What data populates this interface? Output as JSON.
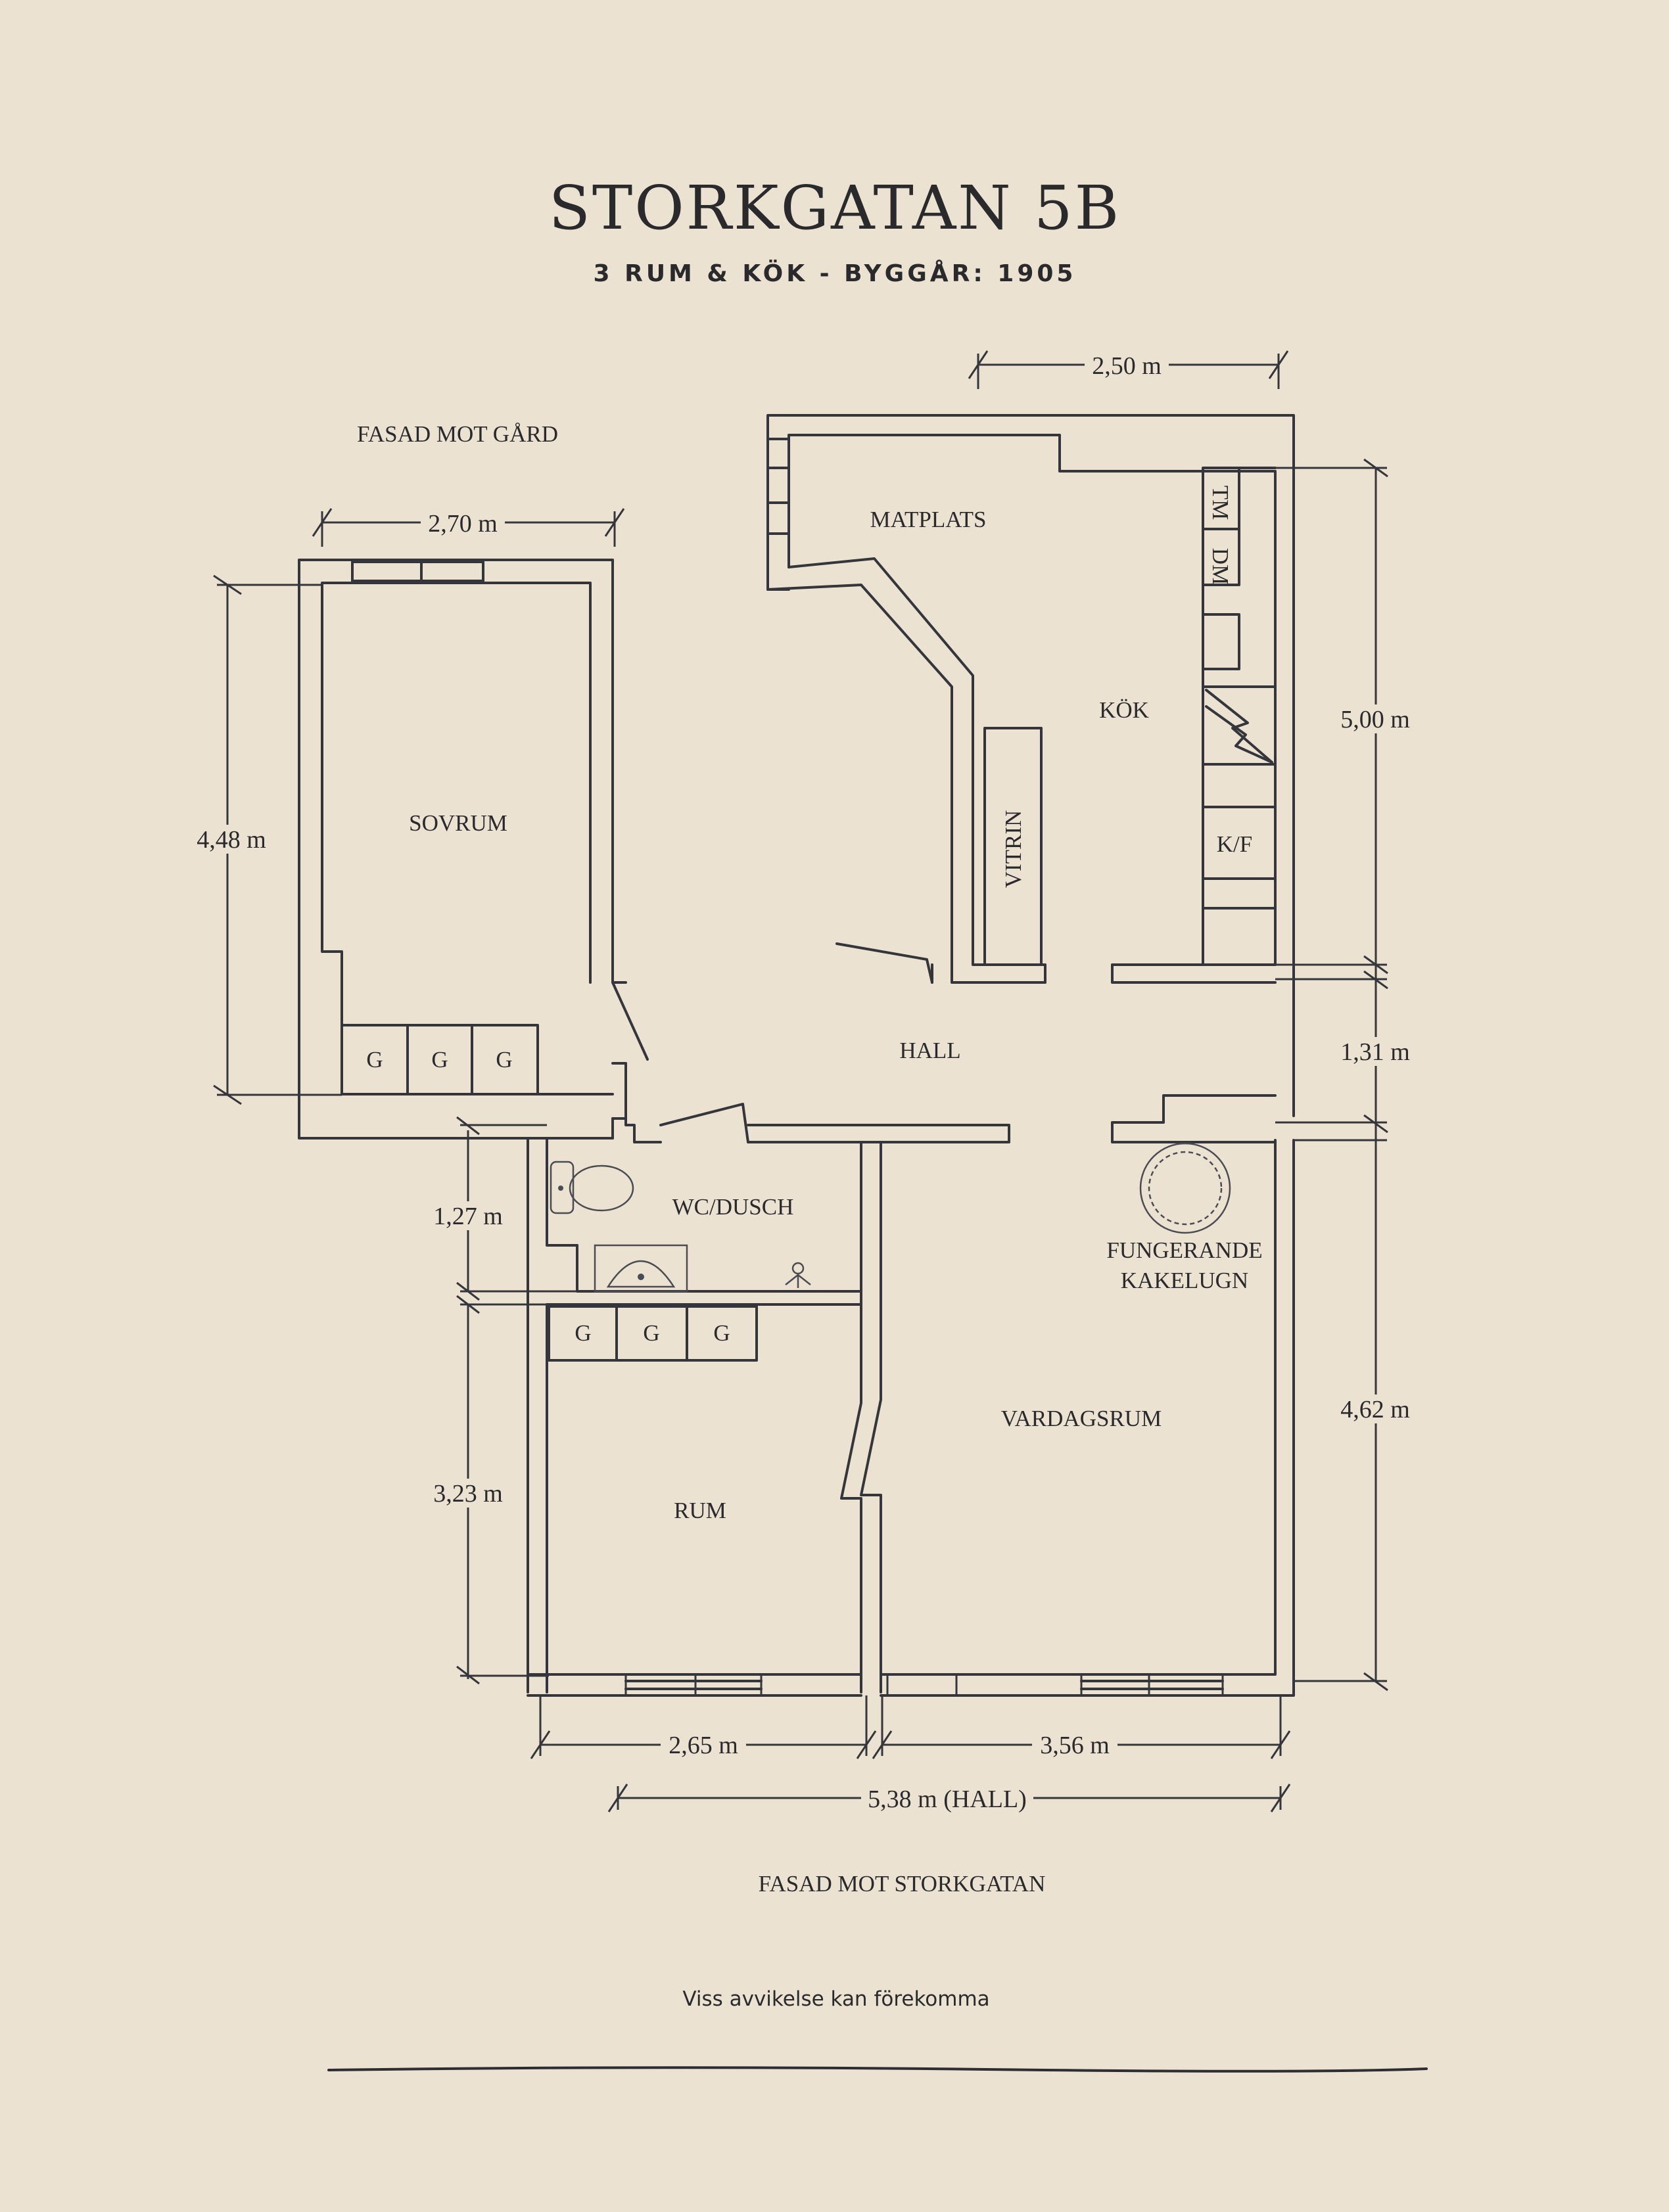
{
  "header": {
    "title": "STORKGATAN 5B",
    "subtitle": "3 RUM & KÖK  -  BYGGÅR: 1905"
  },
  "facades": {
    "courtyard": "FASAD MOT GÅRD",
    "street": "FASAD MOT STORKGATAN"
  },
  "rooms": {
    "matplats": "MATPLATS",
    "kok": "KÖK",
    "sovrum": "SOVRUM",
    "hall": "HALL",
    "wc": "WC/DUSCH",
    "kakelugn_line1": "FUNGERANDE",
    "kakelugn_line2": "KAKELUGN",
    "vardagsrum": "VARDAGSRUM",
    "rum": "RUM"
  },
  "fixtures": {
    "vitrin": "VITRIN",
    "tm": "TM",
    "dm": "DM",
    "kf": "K/F",
    "wardrobe": "G"
  },
  "dimensions": {
    "kitchen_width": "2,50 m",
    "bedroom_width": "2,70 m",
    "bedroom_height": "4,48 m",
    "kitchen_height": "5,00 m",
    "hall_height": "1,31 m",
    "wc_height": "1,27 m",
    "living_height": "4,62 m",
    "room_height": "3,23 m",
    "room_width": "2,65 m",
    "living_width": "3,56 m",
    "hall_width": "5,38 m (HALL)"
  },
  "footer": {
    "note": "Viss avvikelse kan förekomma"
  }
}
